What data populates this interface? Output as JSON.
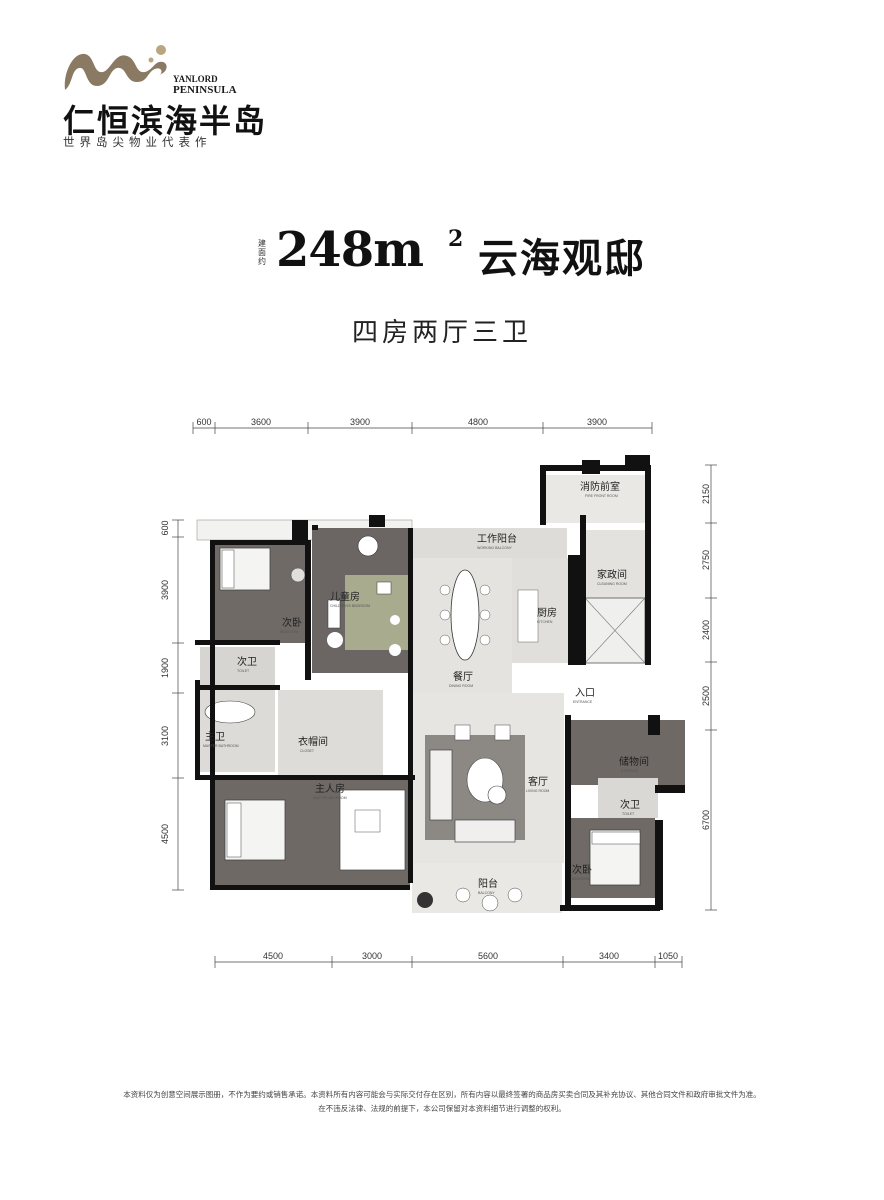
{
  "brand": {
    "en_line1": "YANLORD",
    "en_line2": "PENINSULA",
    "cn_name": "仁恒滨海半岛",
    "slogan": "世界岛尖物业代表作",
    "logo_color": "#8a7a63"
  },
  "title": {
    "area_label": "建面约",
    "area_value": "248m",
    "area_sup": "2",
    "unit_name": "云海观邸",
    "layout": "四房两厅三卫"
  },
  "plan": {
    "top_dimensions": [
      "600",
      "3600",
      "3900",
      "4800",
      "3900"
    ],
    "bottom_dimensions": [
      "4500",
      "3000",
      "5600",
      "3400",
      "1050"
    ],
    "left_dimensions": [
      "600",
      "3900",
      "1900",
      "3100",
      "4500"
    ],
    "right_dimensions": [
      "2150",
      "2750",
      "2400",
      "2500",
      "6700"
    ],
    "rooms": {
      "fire_room": {
        "cn": "消防前室",
        "en": "FIRE FRONT ROOM"
      },
      "work_balcony": {
        "cn": "工作阳台",
        "en": "WORKING BALCONY"
      },
      "housekeeping": {
        "cn": "家政间",
        "en": "CLEANING ROOM"
      },
      "second_bedroom_left": {
        "cn": "次卧",
        "en": "BEDROOM"
      },
      "children_room": {
        "cn": "儿童房",
        "en": "CHILDREN'S BEDROOM"
      },
      "kitchen": {
        "cn": "厨房",
        "en": "KITCHEN"
      },
      "second_bath_left": {
        "cn": "次卫",
        "en": "TOILET"
      },
      "dining": {
        "cn": "餐厅",
        "en": "DINING ROOM"
      },
      "entrance": {
        "cn": "入口",
        "en": "ENTRANCE"
      },
      "master_bath": {
        "cn": "主卫",
        "en": "MASTER BATHROOM"
      },
      "cloakroom": {
        "cn": "衣帽间",
        "en": "CLOSET"
      },
      "storage": {
        "cn": "储物间",
        "en": "STORAGE"
      },
      "living": {
        "cn": "客厅",
        "en": "LIVING ROOM"
      },
      "master_bedroom": {
        "cn": "主人房",
        "en": "MASTER BEDROOM"
      },
      "second_bath_right": {
        "cn": "次卫",
        "en": "TOILET"
      },
      "second_bedroom_right": {
        "cn": "次卧",
        "en": "BEDROOM"
      },
      "balcony": {
        "cn": "阳台",
        "en": "BALCONY"
      }
    }
  },
  "footer": {
    "line1": "本资料仅为创意空间展示图册，不作为要约或销售承诺。本资料所有内容可能会与实际交付存在区别，所有内容以最终签署的商品房买卖合同及其补充协议、其他合同文件和政府审批文件为准。",
    "line2": "在不违反法律、法规的前提下，本公司保留对本资料细节进行调整的权利。"
  }
}
